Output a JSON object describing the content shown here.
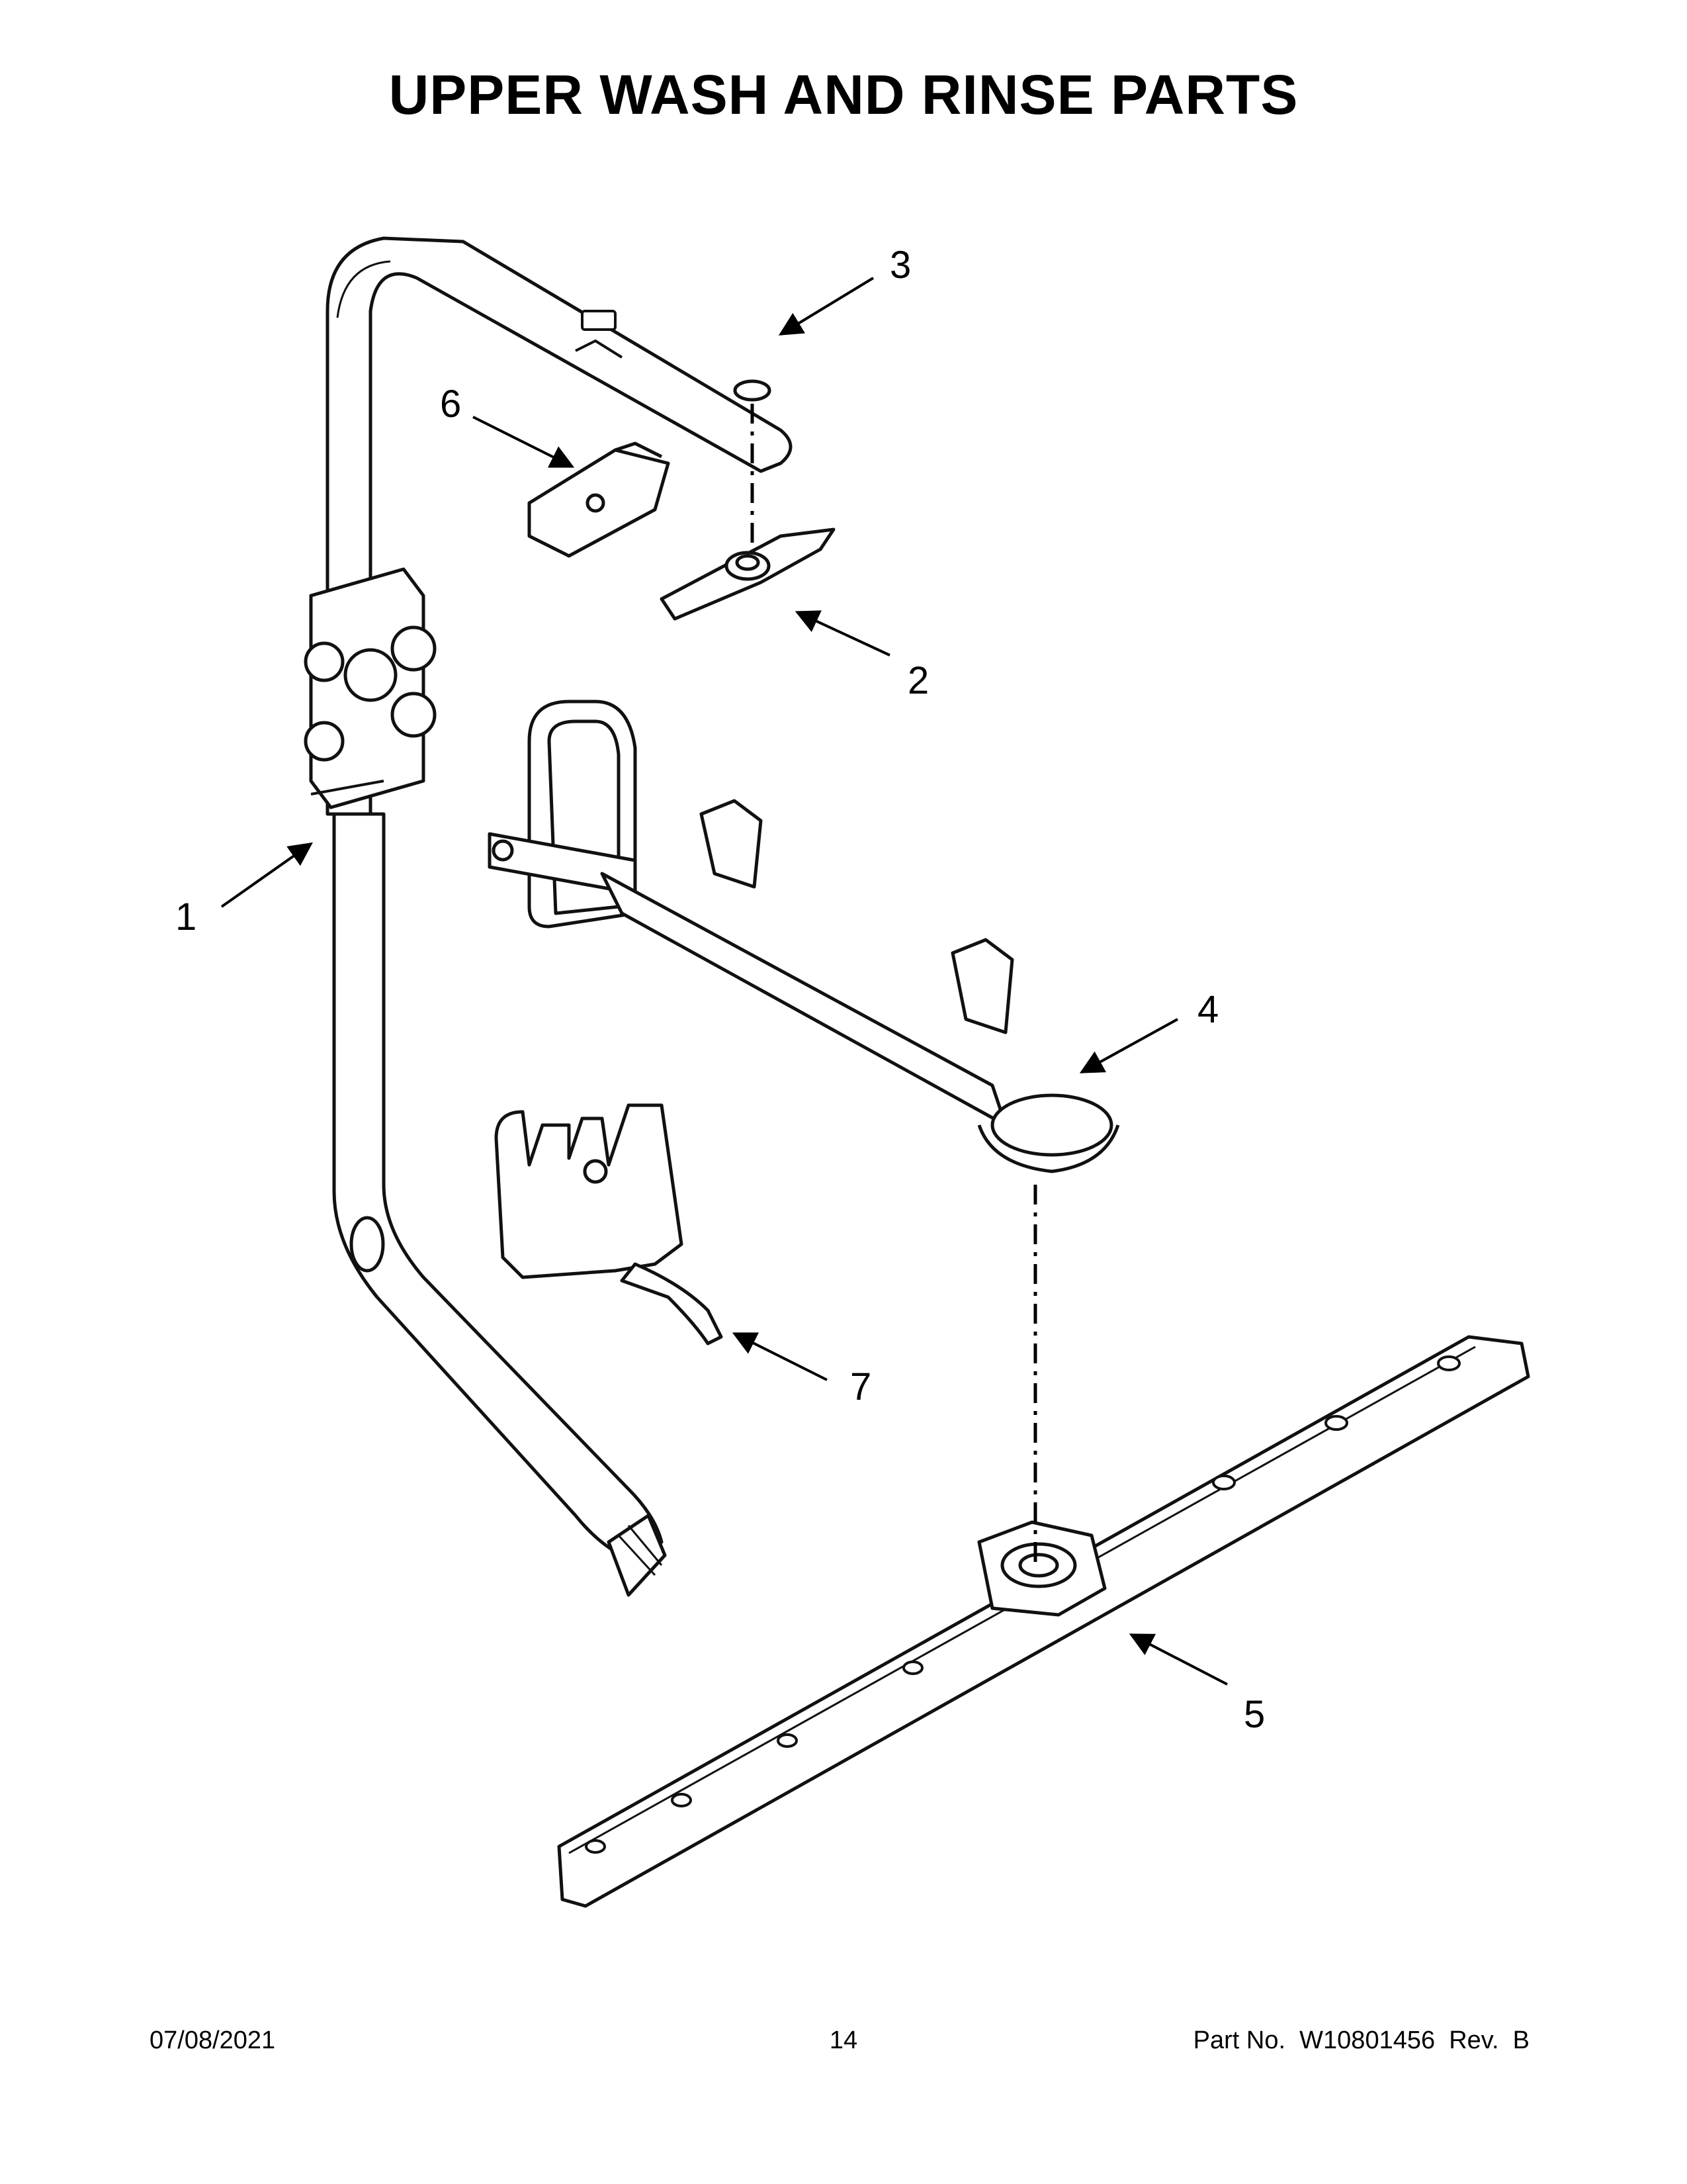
{
  "page": {
    "title": "UPPER WASH AND RINSE PARTS",
    "footer": {
      "date": "07/08/2021",
      "page_number": "14",
      "part_number": "Part No.  W10801456  Rev.  B"
    }
  },
  "callouts": [
    {
      "id": "1",
      "label": "1"
    },
    {
      "id": "2",
      "label": "2"
    },
    {
      "id": "3",
      "label": "3"
    },
    {
      "id": "4",
      "label": "4"
    },
    {
      "id": "5",
      "label": "5"
    },
    {
      "id": "6",
      "label": "6"
    },
    {
      "id": "7",
      "label": "7"
    }
  ]
}
